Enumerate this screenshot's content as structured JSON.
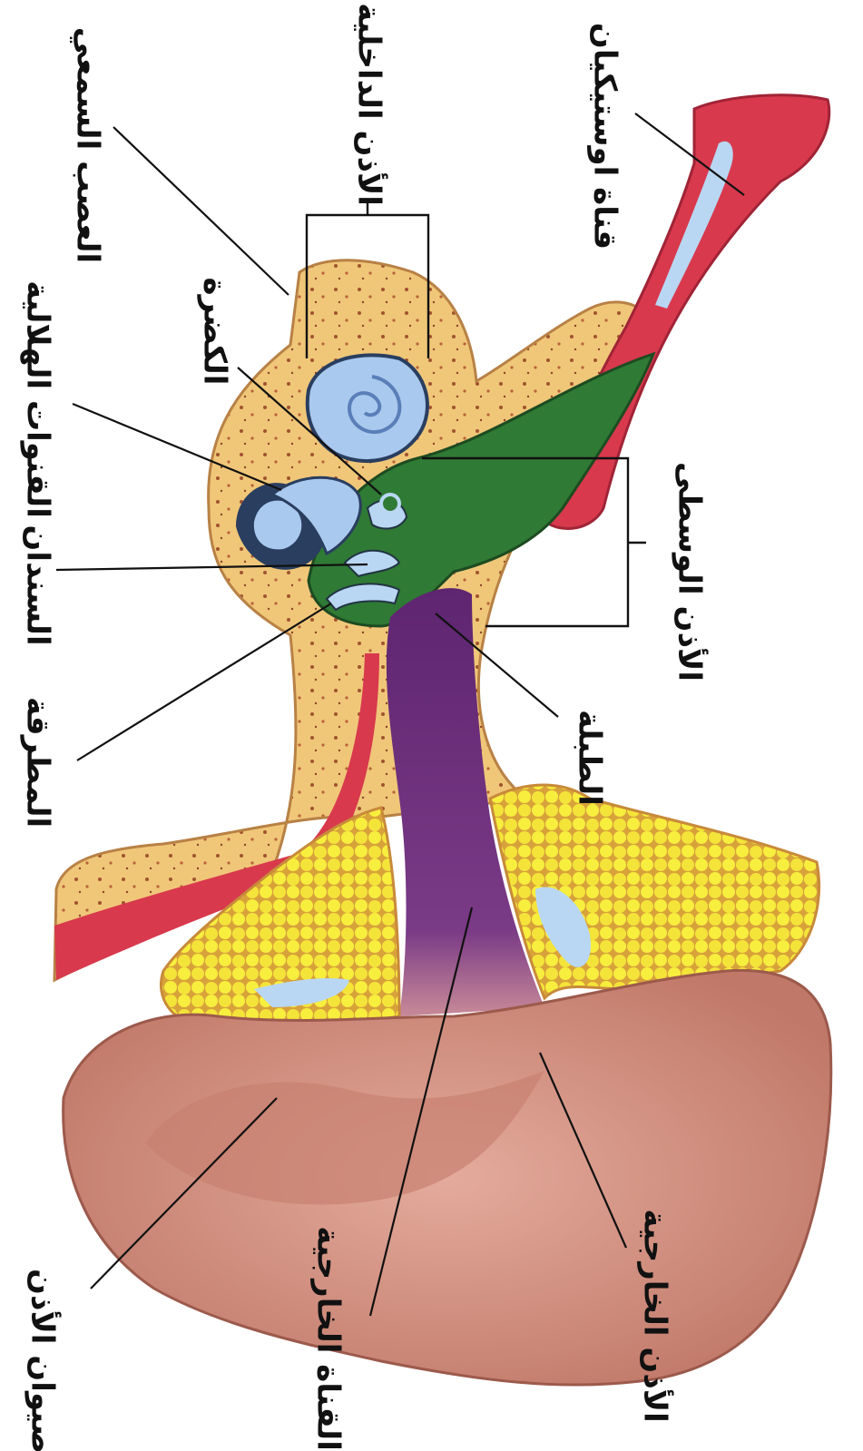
{
  "labels": {
    "inner_ear": "الأذن الداخلية",
    "auditory_nerve": "العصب السمعي",
    "eustachian_tube": "قناة اوستيكيان",
    "cochlea": "الكضرة",
    "semicircular_canals": "القنوات الهلالية",
    "stapes": "السندان",
    "hammer": "المطرقة",
    "middle_ear": "الأذن الوسطى",
    "eardrum": "الطبلة",
    "pinna": "صيوان الأذن",
    "ear_canal": "القناة الخارجية",
    "outer_ear": "الأذن الخارجية"
  },
  "colors": {
    "bone": "#f0c779",
    "bone_dots": "#a0532e",
    "fat": "#f4ea3c",
    "canal": "#6b2d78",
    "middle_cavity": "#2f7a34",
    "inner_fluid": "#a9c9ee",
    "muscle": "#d8394d",
    "skin": "#d8988c"
  }
}
